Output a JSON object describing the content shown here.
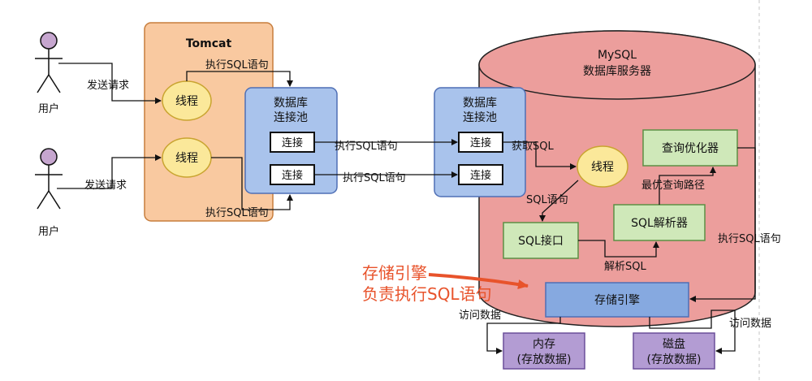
{
  "colors": {
    "tomcat_fill": "#f9c9a0",
    "tomcat_stroke": "#c77d3c",
    "pool_fill": "#a9c3ec",
    "pool_stroke": "#4f6fb5",
    "thread_fill": "#fbe89a",
    "thread_stroke": "#c9a430",
    "cylinder_fill": "#ec9e9c",
    "cylinder_stroke": "#222222",
    "green_fill": "#cfe8b9",
    "green_stroke": "#5d8f45",
    "engine_fill": "#86a9e0",
    "purple_fill": "#b39cd3",
    "purple_stroke": "#6b4f9a",
    "annotation_red": "#e8532b",
    "user_head": "#c6a6cf"
  },
  "users": [
    {
      "label": "用户",
      "icon": "person-icon"
    },
    {
      "label": "用户",
      "icon": "person-icon"
    }
  ],
  "tomcat": {
    "title": "Tomcat",
    "threads": [
      "线程",
      "线程"
    ]
  },
  "pool_left": {
    "title_line1": "数据库",
    "title_line2": "连接池",
    "connections": [
      "连接",
      "连接"
    ]
  },
  "pool_right": {
    "title_line1": "数据库",
    "title_line2": "连接池",
    "connections": [
      "连接",
      "连接"
    ]
  },
  "mysql": {
    "title_line1": "MySQL",
    "title_line2": "数据库服务器",
    "thread": "线程",
    "sql_interface": "SQL接口",
    "parser": "SQL解析器",
    "optimizer": "查询优化器",
    "engine": "存储引擎"
  },
  "storage": {
    "memory_line1": "内存",
    "memory_line2": "(存放数据)",
    "disk_line1": "磁盘",
    "disk_line2": "(存放数据)"
  },
  "edges": {
    "send_request_1": "发送请求",
    "send_request_2": "发送请求",
    "exec_sql_top": "执行SQL语句",
    "exec_sql_bottom": "执行SQL语句",
    "exec_sql_conn1": "执行SQL语句",
    "exec_sql_conn2": "执行SQL语句",
    "get_sql": "获取SQL",
    "sql_statement": "SQL语句",
    "parse_sql": "解析SQL",
    "best_path": "最优查询路径",
    "exec_sql_engine": "执行SQL语句",
    "access_data_mem": "访问数据",
    "access_data_disk": "访问数据"
  },
  "annotation": {
    "line1": "存储引擎",
    "line2": "负责执行SQL语句"
  }
}
